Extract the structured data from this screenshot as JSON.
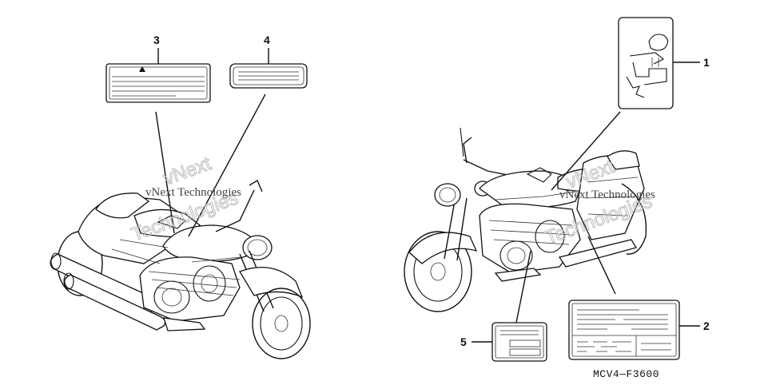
{
  "callouts": [
    "1",
    "2",
    "3",
    "4",
    "5"
  ],
  "diagram_code": "MCV4—F3600",
  "watermark": {
    "brand_outline": "vNext",
    "company_outline": "Technologies",
    "company_text": "vNext Technologies"
  }
}
